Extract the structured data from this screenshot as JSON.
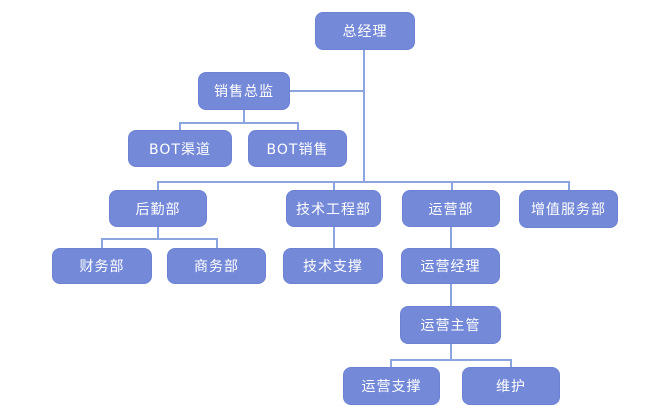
{
  "diagram": {
    "type": "org-chart",
    "background": "#ffffff",
    "node_fill": "#7489d8",
    "node_border": "#6d82d4",
    "node_text_color": "#ffffff",
    "connector_color": "#8ca4e0",
    "nodes": [
      {
        "id": "ceo",
        "label": "总经理"
      },
      {
        "id": "sales-director",
        "label": "销售总监"
      },
      {
        "id": "bot-channel",
        "label": "BOT渠道"
      },
      {
        "id": "bot-sales",
        "label": "BOT销售"
      },
      {
        "id": "logistics",
        "label": "后勤部"
      },
      {
        "id": "tech-eng",
        "label": "技术工程部"
      },
      {
        "id": "operations",
        "label": "运营部"
      },
      {
        "id": "value-added",
        "label": "增值服务部"
      },
      {
        "id": "finance",
        "label": "财务部"
      },
      {
        "id": "business",
        "label": "商务部"
      },
      {
        "id": "tech-support",
        "label": "技术支撑"
      },
      {
        "id": "ops-manager",
        "label": "运营经理"
      },
      {
        "id": "ops-supervisor",
        "label": "运营主管"
      },
      {
        "id": "ops-support",
        "label": "运营支撑"
      },
      {
        "id": "maintenance",
        "label": "维护"
      }
    ],
    "edges": [
      {
        "from": "总经理",
        "to": "销售总监"
      },
      {
        "from": "销售总监",
        "to": "BOT渠道"
      },
      {
        "from": "销售总监",
        "to": "BOT销售"
      },
      {
        "from": "总经理",
        "to": "后勤部"
      },
      {
        "from": "总经理",
        "to": "技术工程部"
      },
      {
        "from": "总经理",
        "to": "运营部"
      },
      {
        "from": "总经理",
        "to": "增值服务部"
      },
      {
        "from": "后勤部",
        "to": "财务部"
      },
      {
        "from": "后勤部",
        "to": "商务部"
      },
      {
        "from": "技术工程部",
        "to": "技术支撑"
      },
      {
        "from": "运营部",
        "to": "运营经理"
      },
      {
        "from": "运营经理",
        "to": "运营主管"
      },
      {
        "from": "运营主管",
        "to": "运营支撑"
      },
      {
        "from": "运营主管",
        "to": "维护"
      }
    ]
  }
}
